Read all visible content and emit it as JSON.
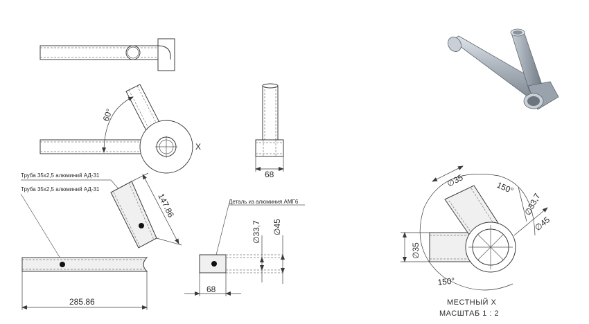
{
  "views": {
    "top_left": {
      "label_x": "X",
      "angle": "60°",
      "dim_rod": "285.86",
      "dim_branch": "147.86",
      "note_tube_1": "Труба 35x2,5 алюминий АД-31",
      "note_tube_2": "Труба 35x2,5 алюминий АД-31"
    },
    "side_view": {
      "dim_width": "68"
    },
    "bottom_detail": {
      "note_part": "Деталь из алюминия АМГ6",
      "dim_width": "68",
      "dim_d_inner": "∅33,7",
      "dim_d_outer": "∅45"
    },
    "local_view": {
      "dim_d35_top": "∅35",
      "dim_angle_top": "150°",
      "dim_d33": "∅33,7",
      "dim_d45": "∅45",
      "dim_d35_left": "∅35",
      "dim_angle_bottom": "150°",
      "caption_line1": "МЕСТНЫЙ X",
      "caption_line2": "МАСШТАБ 1 : 2"
    }
  },
  "colors": {
    "line": "#3a3a3a",
    "fill_light": "#f0f0f0",
    "iso_body": "#b8c0c8"
  }
}
